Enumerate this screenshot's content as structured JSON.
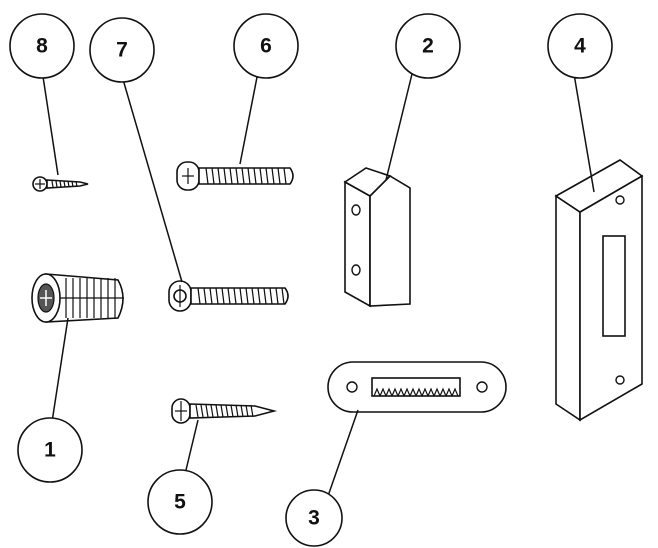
{
  "callouts": [
    {
      "id": "1",
      "label": "1"
    },
    {
      "id": "2",
      "label": "2"
    },
    {
      "id": "3",
      "label": "3"
    },
    {
      "id": "4",
      "label": "4"
    },
    {
      "id": "5",
      "label": "5"
    },
    {
      "id": "6",
      "label": "6"
    },
    {
      "id": "7",
      "label": "7"
    },
    {
      "id": "8",
      "label": "8"
    }
  ],
  "parts": [
    {
      "callout": "1",
      "depicts": "barrel-nut-icon"
    },
    {
      "callout": "2",
      "depicts": "angle-bracket-icon"
    },
    {
      "callout": "3",
      "depicts": "oval-strike-plate-icon"
    },
    {
      "callout": "4",
      "depicts": "angle-strike-plate-icon"
    },
    {
      "callout": "5",
      "depicts": "wood-screw-icon"
    },
    {
      "callout": "6",
      "depicts": "phillips-machine-screw-icon"
    },
    {
      "callout": "7",
      "depicts": "machine-screw-icon"
    },
    {
      "callout": "8",
      "depicts": "small-wood-screw-icon"
    }
  ],
  "colors": {
    "line": "#111111",
    "background": "#ffffff",
    "shade": "#9a9a9a"
  }
}
